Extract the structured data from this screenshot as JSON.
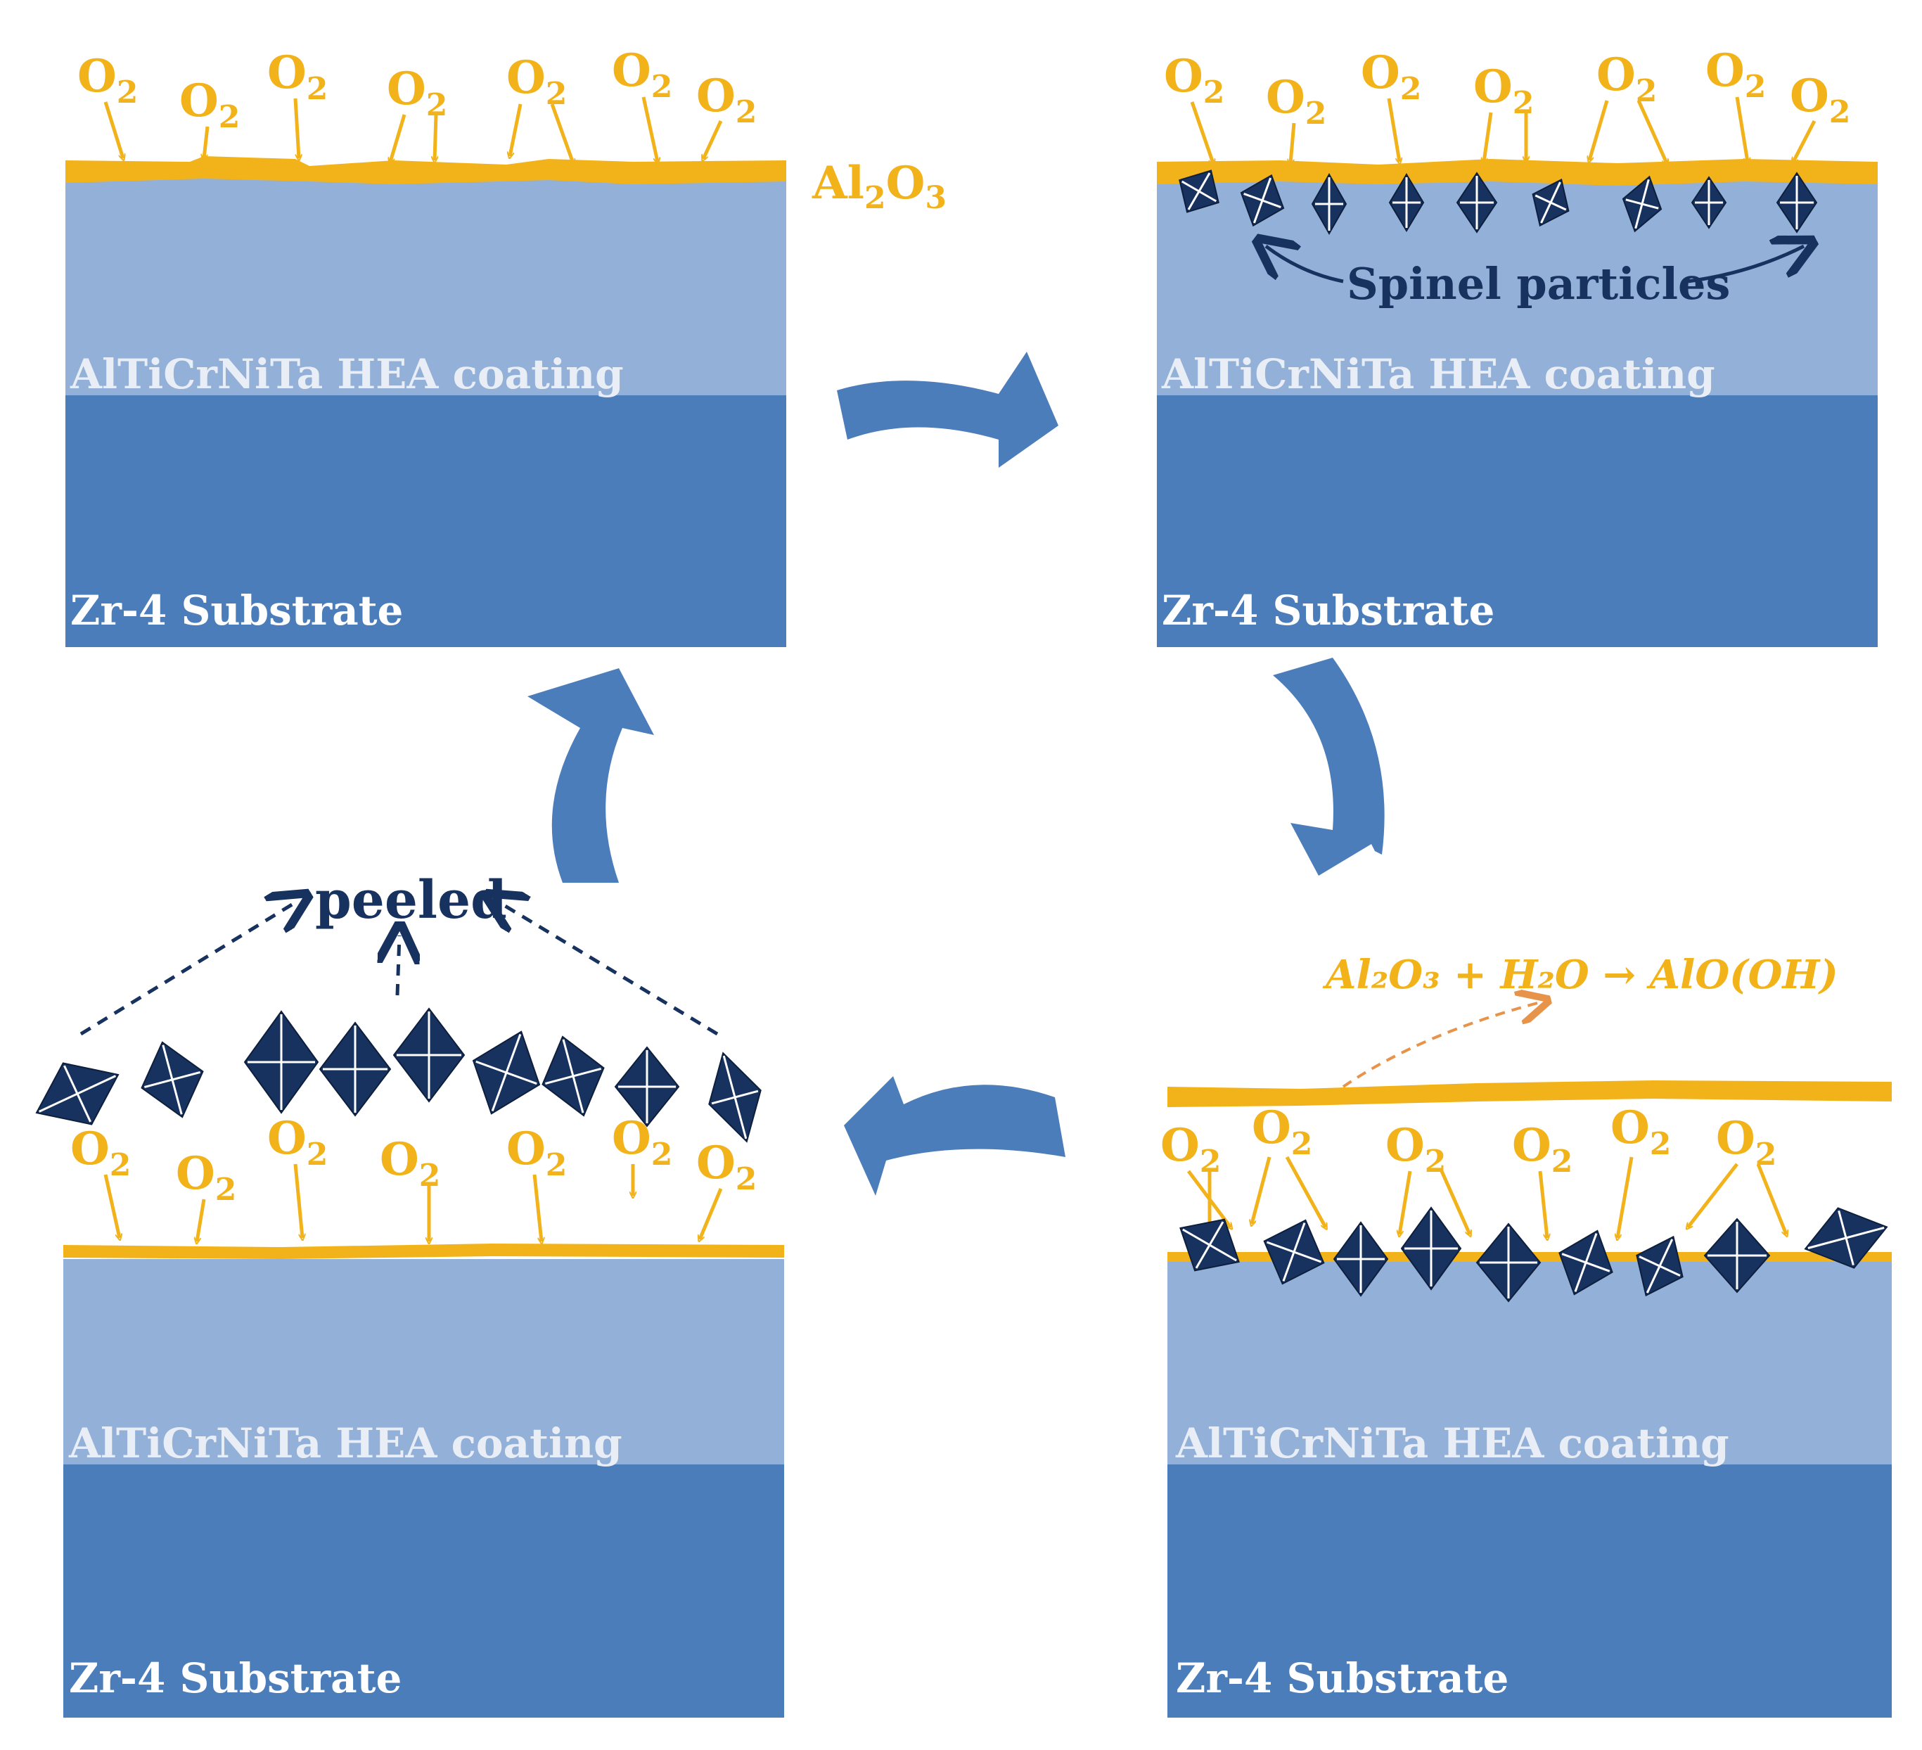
{
  "colors": {
    "coating": "#93b1d8",
    "substrate": "#4c7dbb",
    "oxide": "#f2b21a",
    "arrow": "#4c7dbb",
    "particle": "#17325e",
    "label_dark": "#17325e",
    "dashed_orange": "#e8934a"
  },
  "labels": {
    "coating": "AlTiCrNiTa HEA coating",
    "substrate": "Zr-4 Substrate",
    "o2_main": "O",
    "o2_sub": "2",
    "al2o3_a": "Al",
    "al2o3_sub1": "2",
    "al2o3_b": "O",
    "al2o3_sub2": "3",
    "spinel": "Spinel particles",
    "peeled": "peeled",
    "reaction": "Al₂O₃ + H₂O → AlO(OH)"
  },
  "panels": [
    {
      "id": "top-left",
      "step": 1
    },
    {
      "id": "top-right",
      "step": 2
    },
    {
      "id": "bottom-right",
      "step": 3
    },
    {
      "id": "bottom-left",
      "step": 4
    }
  ]
}
